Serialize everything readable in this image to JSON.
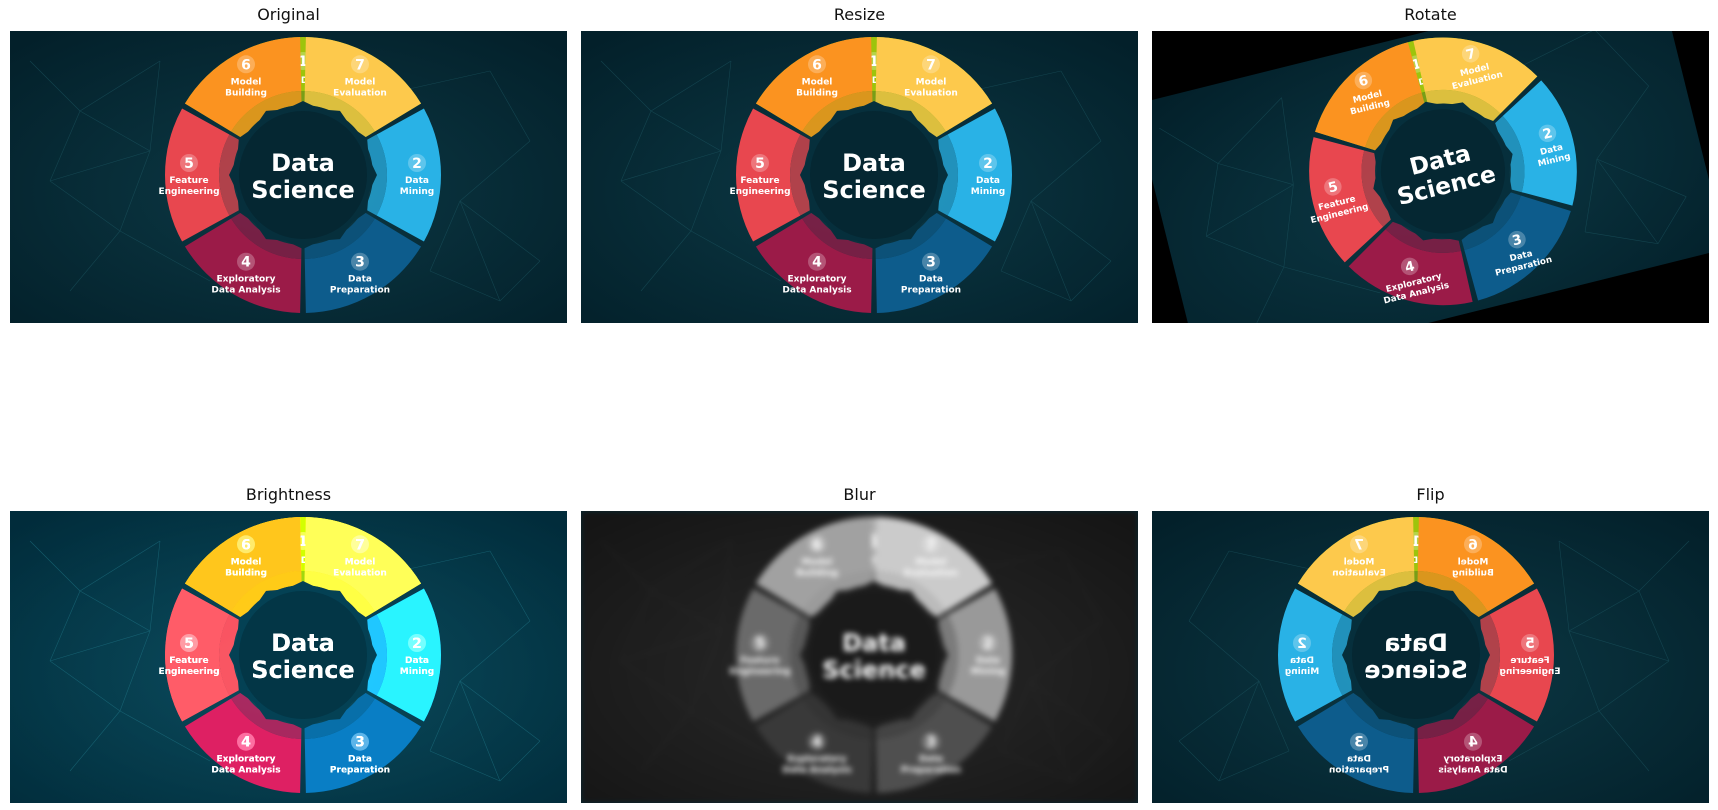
{
  "panels": [
    {
      "id": "original",
      "title": "Original"
    },
    {
      "id": "resize",
      "title": "Resize"
    },
    {
      "id": "rotate",
      "title": "Rotate"
    },
    {
      "id": "brightness",
      "title": "Brightness"
    },
    {
      "id": "blur",
      "title": "Blur"
    },
    {
      "id": "flip",
      "title": "Flip"
    }
  ],
  "infographic": {
    "center_line1": "Data",
    "center_line2": "Science",
    "segments": [
      {
        "num": "1",
        "line1": "Problem Definition",
        "line2": "",
        "color": "#9dc40c"
      },
      {
        "num": "2",
        "line1": "Data",
        "line2": "Mining",
        "color": "#29b2e6"
      },
      {
        "num": "3",
        "line1": "Data",
        "line2": "Preparation",
        "color": "#0d5c8c"
      },
      {
        "num": "4",
        "line1": "Exploratory",
        "line2": "Data Analysis",
        "color": "#9b1b48"
      },
      {
        "num": "5",
        "line1": "Feature",
        "line2": "Engineering",
        "color": "#e8474f"
      },
      {
        "num": "6",
        "line1": "Model",
        "line2": "Building",
        "color": "#fb9320"
      },
      {
        "num": "7",
        "line1": "Model",
        "line2": "Evaluation",
        "color": "#fdc94c"
      }
    ]
  }
}
